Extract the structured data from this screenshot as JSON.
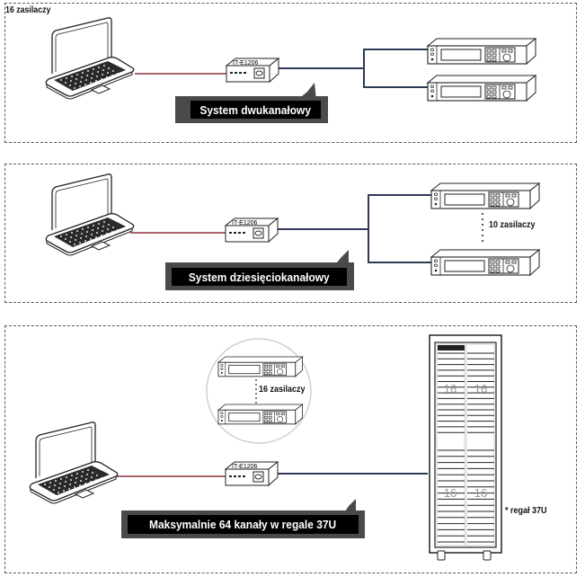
{
  "panels": [
    {
      "id": "dual",
      "corner_label": "16 zasilaczy",
      "callout": "System dwukanałowy",
      "hub_label": "IT-E1206"
    },
    {
      "id": "ten",
      "callout": "System dziesięciokanałowy",
      "hub_label": "IT-E1206",
      "count_note": "10 zasilaczy"
    },
    {
      "id": "rack",
      "callout": "Maksymalnie 64 kanały w regale 37U",
      "hub_label": "IT-E1206",
      "bubble_note": "16 zasilaczy",
      "rack_group_label": "16",
      "rack_note": "* regał 37U"
    }
  ],
  "colors": {
    "usb_cable": "#8b2e3c",
    "bus_cable": "#2e3a55",
    "callout_bg": "#000000",
    "callout_frame": "#4a4a4a",
    "panel_border": "#5a5a5a"
  },
  "icons": {
    "computer": "laptop-icon",
    "hub": "interface-box-icon",
    "psu": "power-supply-icon",
    "rack": "rack-cabinet-icon"
  }
}
